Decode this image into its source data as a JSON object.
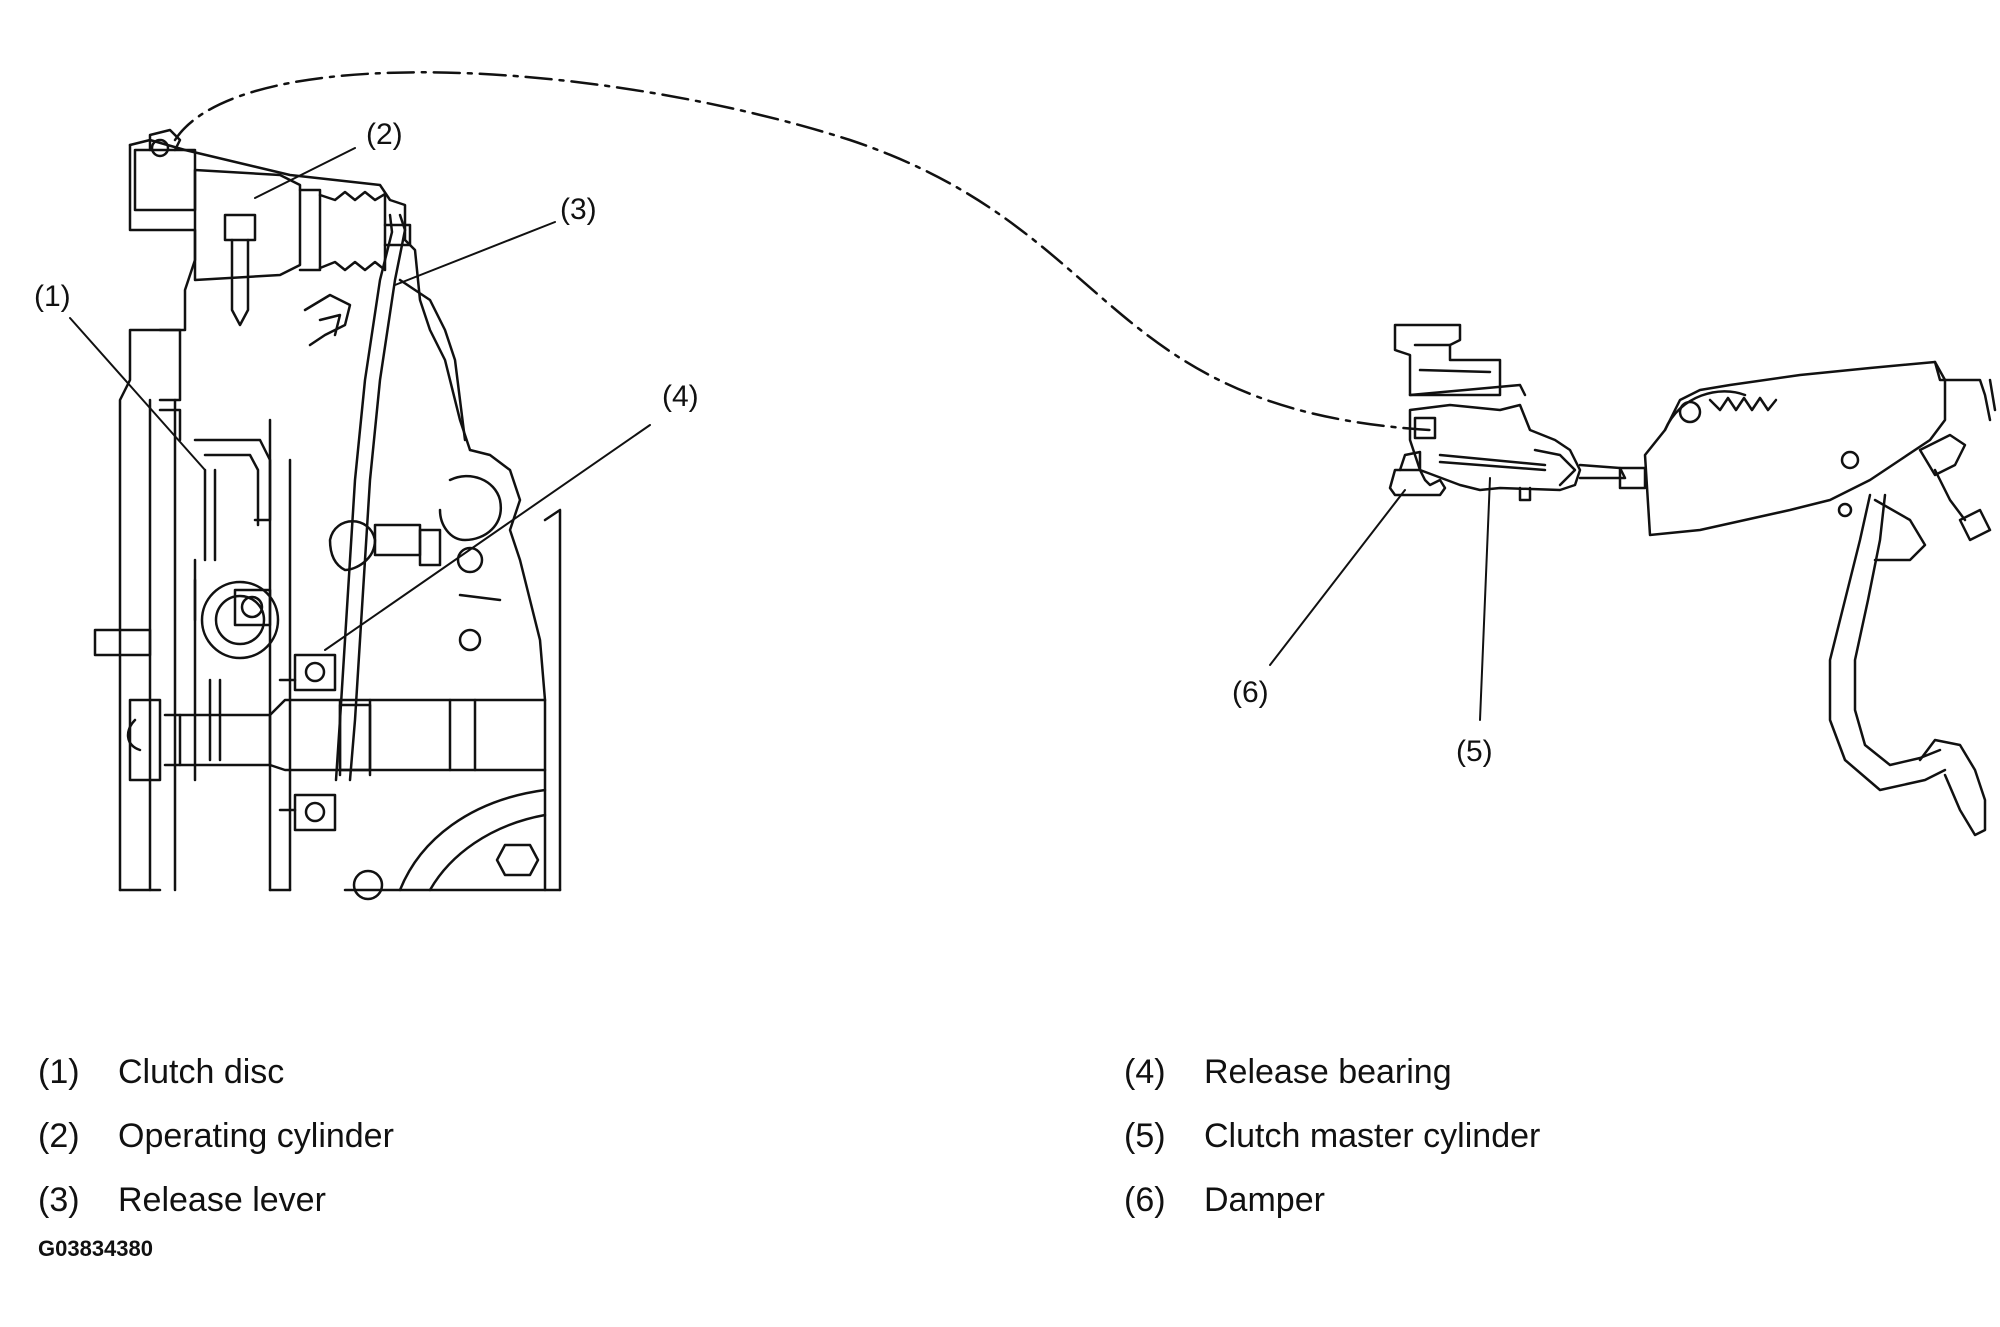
{
  "callouts": {
    "c1": "(1)",
    "c2": "(2)",
    "c3": "(3)",
    "c4": "(4)",
    "c5": "(5)",
    "c6": "(6)"
  },
  "legend": {
    "left": [
      {
        "num": "(1)",
        "text": "Clutch disc"
      },
      {
        "num": "(2)",
        "text": "Operating cylinder"
      },
      {
        "num": "(3)",
        "text": "Release lever"
      }
    ],
    "right": [
      {
        "num": "(4)",
        "text": "Release bearing"
      },
      {
        "num": "(5)",
        "text": "Clutch master cylinder"
      },
      {
        "num": "(6)",
        "text": "Damper"
      }
    ]
  },
  "figure_id": "G03834380"
}
